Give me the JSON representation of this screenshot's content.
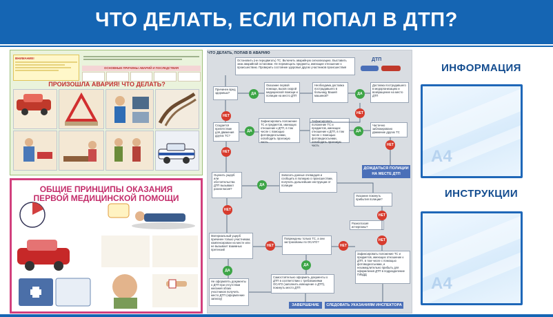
{
  "header": {
    "title": "ЧТО ДЕЛАТЬ, ЕСЛИ ПОПАЛ В ДТП?"
  },
  "poster_accident": {
    "headline": "ПРОИЗОШЛА АВАРИЯ! ЧТО ДЕЛАТЬ?",
    "note_title": "ВНИМАНИЕ!",
    "banner": "ОСНОВНЫЕ ПРИЧИНЫ АВАРИЙ И ПОСЛЕДСТВИЯ"
  },
  "poster_first_aid": {
    "title_line1": "ОБЩИЕ ПРИНЦИПЫ ОКАЗАНИЯ",
    "title_line2": "ПЕРВОЙ МЕДИЦИНСКОЙ ПОМОЩИ"
  },
  "flowchart": {
    "title": "ЧТО ДЕЛАТЬ, ПОПАВ В АВАРИЮ",
    "top_badge": "ДТП",
    "yes": "ДА",
    "no": "НЕТ",
    "nodes": {
      "start": "Остановить (не передвигать) ТС. Включить аварийную сигнализацию. Выставить знак аварийной остановки. Не перемещать предметы, имеющие отношение к происшествию. Проверить состояние здоровья других участников происшествия",
      "harm": "Причинен вред здоровью?",
      "aid": "Оказание первой помощи, вызов скорой медицинской помощи и полиции на место ДТП",
      "transport": "Необходима доставка пострадавшего в больницу Вашей машиной?",
      "deliver": "Доставка пострадавшего в медорганизацию и возвращение на место ДТП",
      "obstacle": "Создается препятствие для движения других ТС?",
      "fix1": "Зафиксировать положение ТС и предметов, имеющих отношение к ДТП, в том числе с помощью фотовидеосъемки, освободить проезжую часть",
      "fix2": "Зафиксировать положение ТС и предметов, имеющих отношение к ДТП, в том числе с помощью фотовидеосъемки, освободить проезжую часть",
      "partial": "Частично заблокировано движение других ТС",
      "wait": "ДОЖДАТЬСЯ ПОЛИЦИИ НА МЕСТЕ ДТП",
      "leave": "Оценить ущерб или обстоятельства ДТП вызывают разногласия?",
      "record": "Записать данные очевидцев и сообщить в полицию о происшествии, получить дальнейшие инструкции от полиции",
      "depart": "Указание покинуть прибытия полиции?",
      "disagree": "Разногласия исчерпаны?",
      "material": "Материальный ущерб причинен только участникам, компенсирован на месте или не вызывает взаимных претензий",
      "damaged": "Повреждены только ТС, а они застрахованы по ОСАГО?",
      "fixlast": "Зафиксировать положение ТС и предметов, имеющих отношение к ДТП, в том числе с помощью фотовидеосъемки, и незамедлительно прибыть для оформления ДТП в подразделение ГИБДД",
      "noformal": "Не оформлять документы о ДТП при отсутствии желания обоих участников получить место ДТП (оформление записку)",
      "europrotocol": "Самостоятельно оформить документы о ДТП в соответствии с требованиями ОСАГО (заполнить извещение о ДТП), покинуть место ДТП",
      "finish": "ЗАВЕРШЕНИЕ",
      "follow": "СЛЕДОВАТЬ УКАЗАНИЯМ ИНСПЕКТОРА"
    }
  },
  "side": {
    "info_title": "ИНФОРМАЦИЯ",
    "instr_title": "ИНСТРУКЦИИ",
    "pocket_label": "А4"
  },
  "colors": {
    "brand_blue": "#1565b3",
    "yes_green": "#3da547",
    "no_red": "#d73b2d",
    "poster_pink": "#d23f7d"
  }
}
